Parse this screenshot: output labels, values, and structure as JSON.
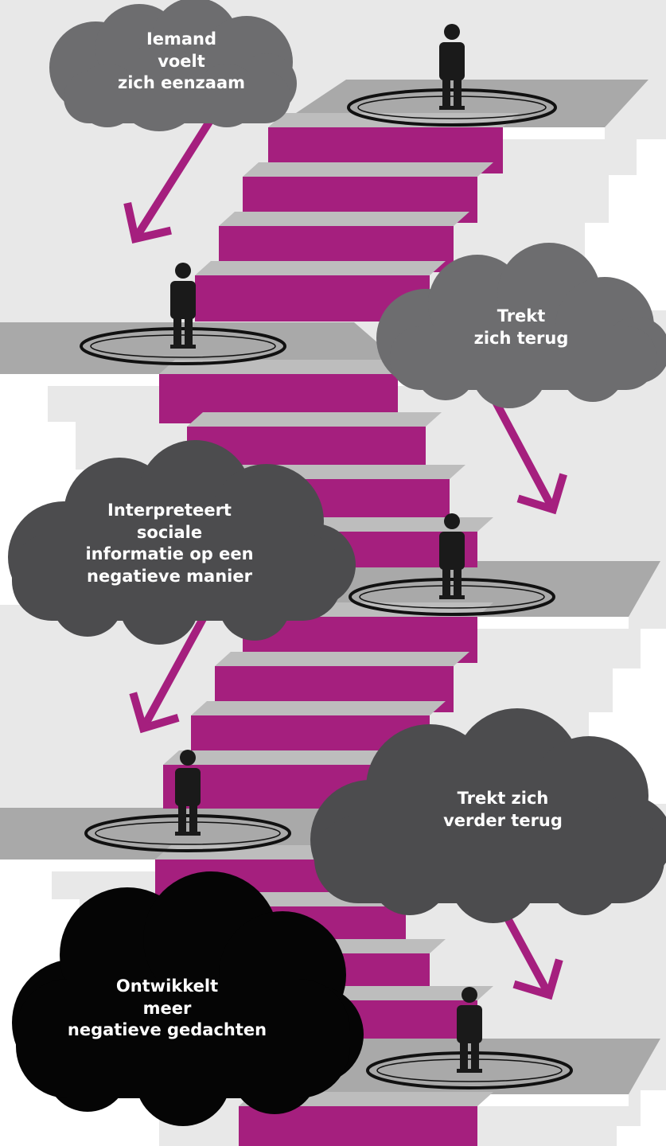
{
  "colors": {
    "background": "#e8e8e8",
    "stair_riser": "#a51f7e",
    "stair_tread": "#bdbdbd",
    "landing_top": "#a9a9a9",
    "wall": "#ffffff",
    "arrow": "#a51f7e",
    "person": "#1a1a1a",
    "cloud_light": "#6d6d6f",
    "cloud_dark": "#4c4c4e",
    "cloud_black": "#050505"
  },
  "steps": [
    {
      "id": "step-1",
      "cloud_tone": "light",
      "lines": [
        "Iemand",
        "voelt",
        "zich eenzaam"
      ]
    },
    {
      "id": "step-2",
      "cloud_tone": "light",
      "lines": [
        "Trekt",
        "zich terug"
      ]
    },
    {
      "id": "step-3",
      "cloud_tone": "dark",
      "lines": [
        "Interpreteert",
        "sociale",
        "informatie op een",
        "negatieve manier"
      ]
    },
    {
      "id": "step-4",
      "cloud_tone": "dark",
      "lines": [
        "Trekt zich",
        "verder terug"
      ]
    },
    {
      "id": "step-5",
      "cloud_tone": "black",
      "lines": [
        "Ontwikkelt",
        "meer",
        "negatieve gedachten"
      ]
    }
  ],
  "icons": [
    "person-icon",
    "platform-ring-icon",
    "arrow-down-icon",
    "cloud-icon"
  ]
}
